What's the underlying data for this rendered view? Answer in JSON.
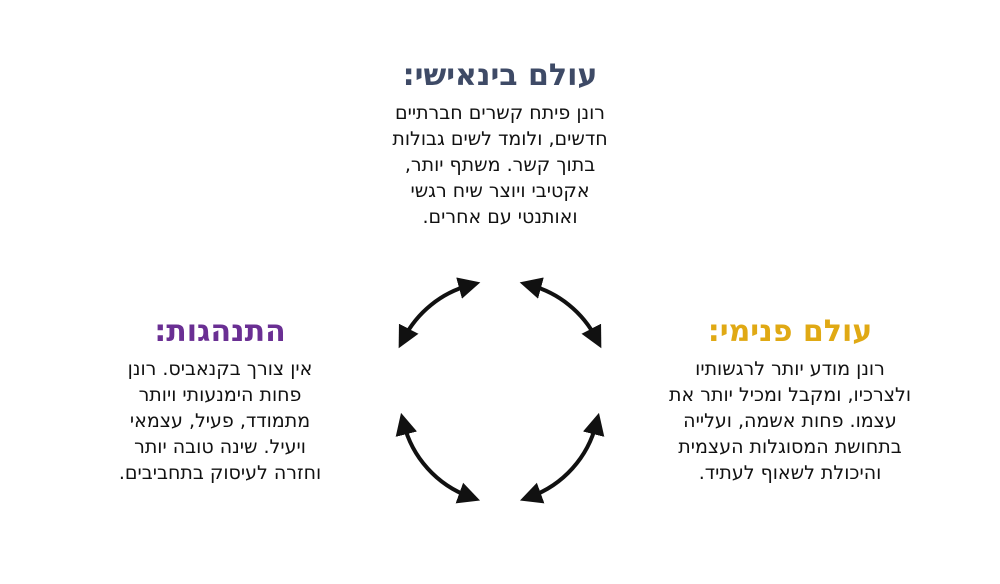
{
  "interpersonal": {
    "title": "עולם בינאישי:",
    "lines": [
      "רונן פיתח קשרים חברתיים",
      "חדשים, ולומד לשים גבולות",
      "בתוך קשר. משתף יותר,",
      "אקטיבי ויוצר שיח רגשי",
      "ואותנטי עם אחרים."
    ]
  },
  "behavior": {
    "title": "התנהגות:",
    "lines": [
      "אין צורך בקנאביס. רונן",
      "פחות הימנעותי ויותר",
      "מתמודד, פעיל, עצמאי",
      "ויעיל. שינה טובה יותר",
      "וחזרה לעיסוק בתחביבים."
    ]
  },
  "inner": {
    "title": "עולם פנימי:",
    "lines": [
      "רונן מודע יותר לרגשותיו",
      "ולצרכיו, ומקבל ומכיל יותר את",
      "עצמו. פחות אשמה, ועלייה",
      "בתחושת המסוגלות העצמית",
      "והיכולת לשאוף לעתיד."
    ]
  },
  "colors": {
    "interpersonal_title": "#3e4a66",
    "behavior_title": "#6a2f93",
    "inner_title": "#e0a914",
    "arrows": "#111111"
  }
}
